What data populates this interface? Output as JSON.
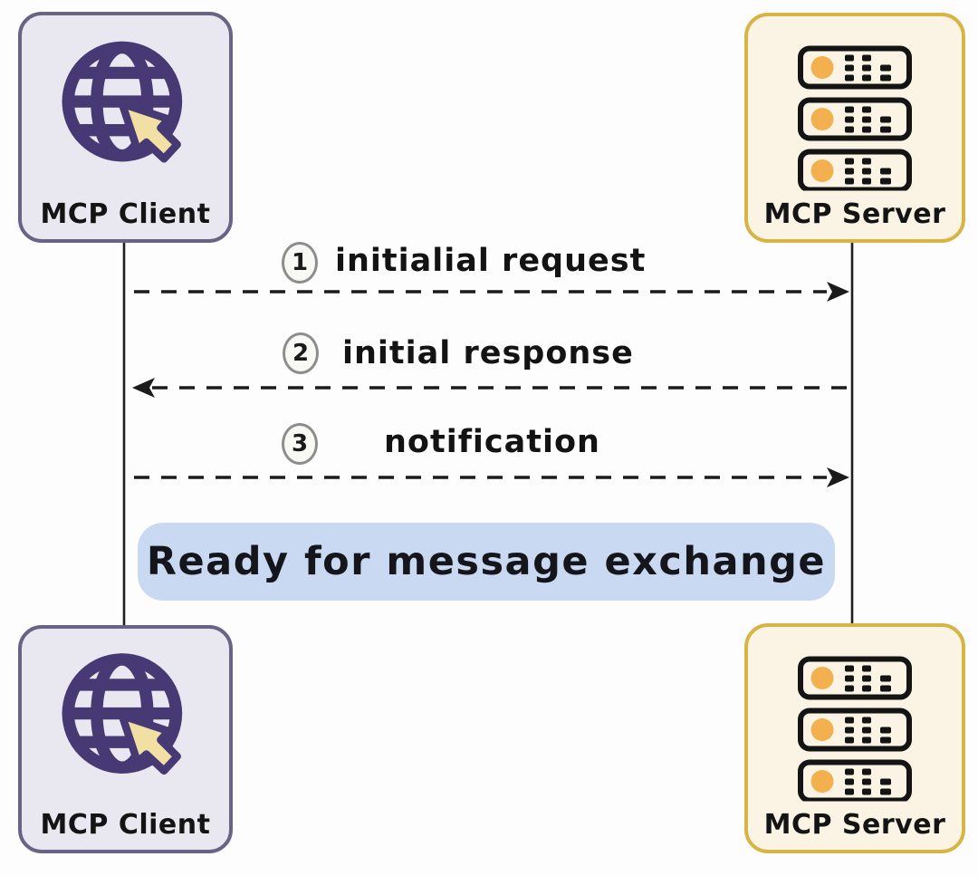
{
  "diagram": {
    "actors": {
      "client_top": {
        "label": "MCP Client"
      },
      "server_top": {
        "label": "MCP Server"
      },
      "client_bottom": {
        "label": "MCP Client"
      },
      "server_bottom": {
        "label": "MCP Server"
      }
    },
    "messages": [
      {
        "step": "1",
        "label": "initialial request",
        "from": "client",
        "to": "server",
        "direction": "right"
      },
      {
        "step": "2",
        "label": "initial response",
        "from": "server",
        "to": "client",
        "direction": "left"
      },
      {
        "step": "3",
        "label": "notification",
        "from": "client",
        "to": "server",
        "direction": "right"
      }
    ],
    "banner": {
      "label": "Ready for message exchange"
    },
    "colors": {
      "background": "#fdfdfd",
      "client_box_bg": "#e9e8f1",
      "client_box_border": "#696486",
      "client_icon": "#473a74",
      "cursor_fill": "#f2dfa3",
      "server_box_bg": "#fbf4e5",
      "server_box_border": "#d6b544",
      "server_led": "#f2b14e",
      "server_outline": "#141414",
      "banner_bg": "#c8d9f1",
      "badge_bg": "#f8f8f5",
      "badge_border": "#8d8d8d",
      "line": "#1b1b1b",
      "text": "#141414"
    }
  }
}
